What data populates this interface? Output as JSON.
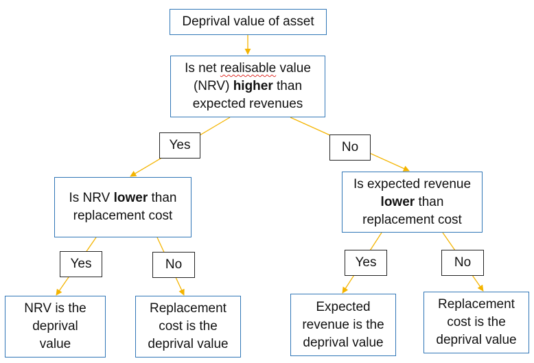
{
  "colors": {
    "box_border": "#2e75b6",
    "connector": "#f4b400",
    "label_border": "#222222"
  },
  "nodes": {
    "root": {
      "text": "Deprival value of asset"
    },
    "q1": {
      "l1a": "Is net ",
      "l1b": "realisable",
      "l1c": " value",
      "l2a": "(NRV) ",
      "l2b": "higher",
      "l2c": " than",
      "l3": "expected revenues"
    },
    "q2": {
      "l1a": "Is NRV ",
      "l1b": "lower",
      "l1c": " than",
      "l2": "replacement cost"
    },
    "q3": {
      "l1": "Is expected revenue",
      "l2a": "lower",
      "l2b": " than",
      "l3": "replacement cost"
    },
    "r1": {
      "l1": "NRV is the",
      "l2": "deprival",
      "l3": "value"
    },
    "r2": {
      "l1": "Replacement",
      "l2": "cost is the",
      "l3": "deprival value"
    },
    "r3": {
      "l1": "Expected",
      "l2": "revenue is the",
      "l3": "deprival value"
    },
    "r4": {
      "l1": "Replacement",
      "l2": "cost is the",
      "l3": "deprival value"
    }
  },
  "labels": {
    "yes1": "Yes",
    "no1": "No",
    "yes2": "Yes",
    "no2": "No",
    "yes3": "Yes",
    "no3": "No"
  }
}
